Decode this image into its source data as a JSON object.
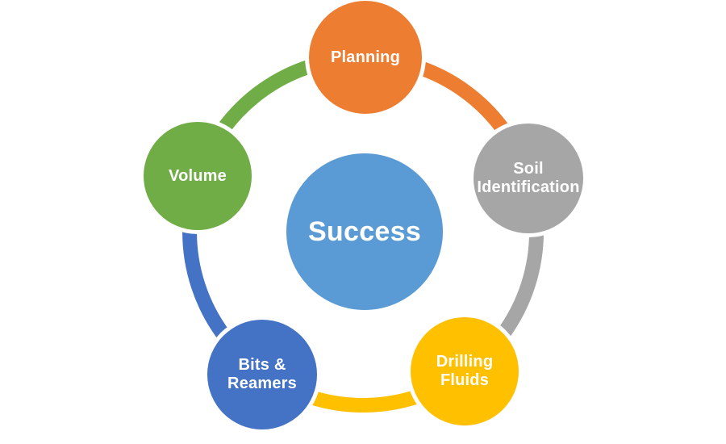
{
  "diagram": {
    "center": {
      "label": "Success",
      "color": "#5B9BD5"
    },
    "nodes": [
      {
        "id": "planning",
        "label": "Planning",
        "color": "#ED7D31",
        "position": "top"
      },
      {
        "id": "soil-identification",
        "label": "Soil\nIdentification",
        "color": "#A6A6A6",
        "position": "right"
      },
      {
        "id": "drilling-fluids",
        "label": "Drilling\nFluids",
        "color": "#FFC000",
        "position": "bottom-right"
      },
      {
        "id": "bits-reamers",
        "label": "Bits &\nReamers",
        "color": "#4472C4",
        "position": "bottom-left"
      },
      {
        "id": "volume",
        "label": "Volume",
        "color": "#70AD47",
        "position": "left"
      }
    ],
    "connectors": [
      {
        "from": "planning",
        "to": "soil-identification",
        "color": "#ED7D31"
      },
      {
        "from": "soil-identification",
        "to": "drilling-fluids",
        "color": "#A6A6A6"
      },
      {
        "from": "drilling-fluids",
        "to": "bits-reamers",
        "color": "#FFC000"
      },
      {
        "from": "bits-reamers",
        "to": "volume",
        "color": "#4472C4"
      },
      {
        "from": "volume",
        "to": "planning",
        "color": "#70AD47"
      }
    ],
    "background_color": "#ffffff",
    "text_color": "#ffffff"
  }
}
